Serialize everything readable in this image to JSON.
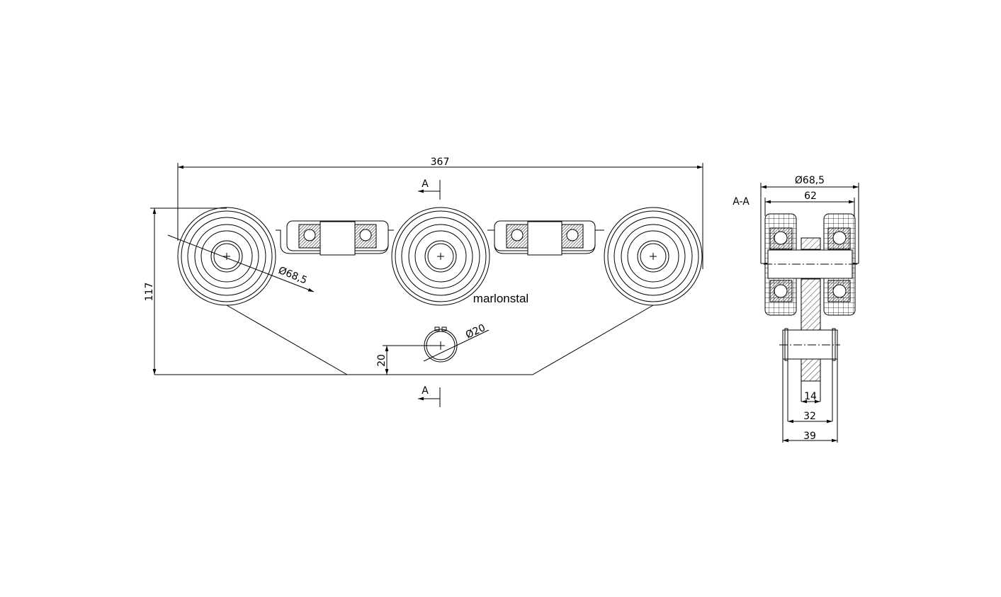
{
  "drawing": {
    "brand": "marlonstal",
    "front_view": {
      "overall_length": "367",
      "height": "117",
      "wheel_diameter": "Ø68,5",
      "pin_diameter": "Ø20",
      "pin_offset": "20",
      "section_mark_top": "A",
      "section_mark_bottom": "A"
    },
    "section_view": {
      "title": "A-A",
      "wheel_diameter": "Ø68,5",
      "width_62": "62",
      "plate_thickness": "14",
      "pin_inner_width": "32",
      "pin_outer_width": "39"
    }
  }
}
